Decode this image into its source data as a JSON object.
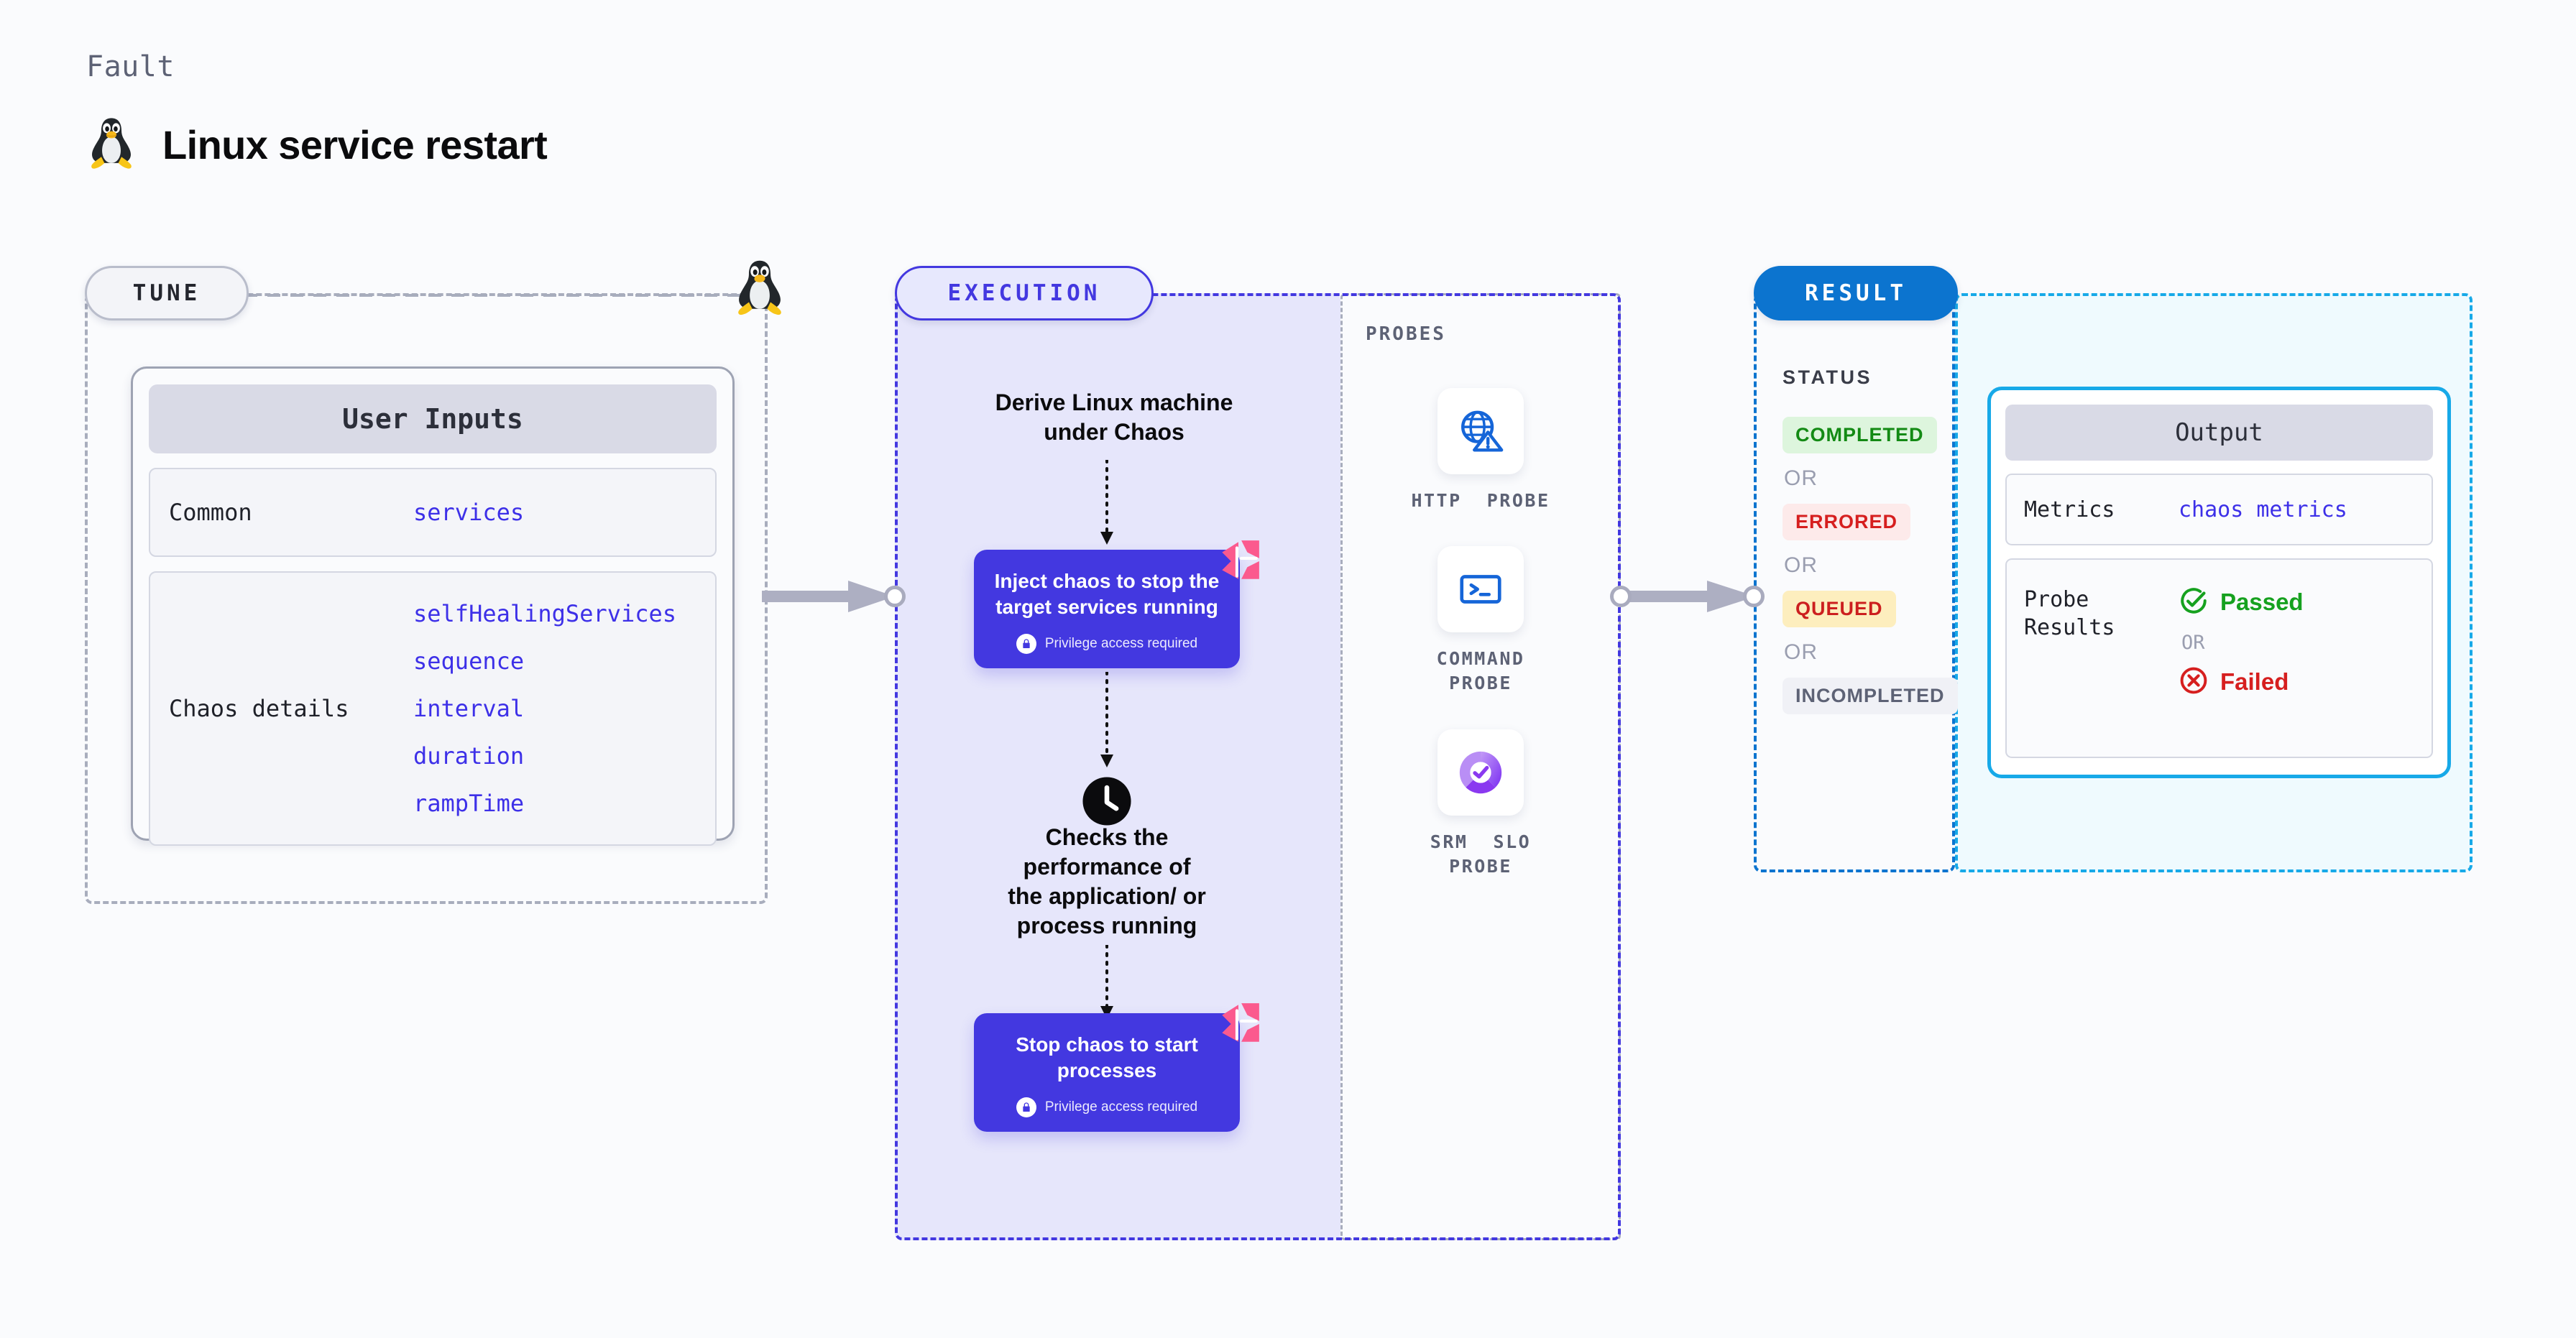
{
  "header": {
    "eyebrow": "Fault",
    "title": "Linux service restart",
    "icon": "linux-penguin-icon"
  },
  "tune": {
    "pill_label": "TUNE",
    "connector_icon": "linux-penguin-icon",
    "user_inputs": {
      "card_title": "User Inputs",
      "sections": [
        {
          "label": "Common",
          "values": [
            "services"
          ]
        },
        {
          "label": "Chaos details",
          "values": [
            "selfHealingServices",
            "sequence",
            "interval",
            "duration",
            "rampTime"
          ]
        }
      ]
    }
  },
  "execution": {
    "pill_label": "EXECUTION",
    "steps": [
      {
        "type": "text",
        "label": "Derive Linux machine\nunder Chaos"
      },
      {
        "type": "card",
        "label": "Inject chaos to stop the\ntarget services running",
        "privilege": "Privilege access required",
        "badge": "harness-chaos-icon"
      },
      {
        "type": "clock",
        "icon": "clock-icon",
        "label": "Checks the\nperformance of\nthe application/ or\nprocess running"
      },
      {
        "type": "card",
        "label": "Stop chaos to start\nprocesses",
        "privilege": "Privilege access required",
        "badge": "harness-chaos-icon"
      }
    ]
  },
  "probes": {
    "title": "PROBES",
    "items": [
      {
        "label": "HTTP PROBE",
        "icon": "globe-warning-icon"
      },
      {
        "label": "COMMAND\nPROBE",
        "icon": "terminal-icon"
      },
      {
        "label": "SRM SLO\nPROBE",
        "icon": "slo-donut-check-icon"
      }
    ]
  },
  "result": {
    "pill_label": "RESULT",
    "status_title": "STATUS",
    "or_label": "OR",
    "statuses": [
      {
        "label": "COMPLETED",
        "bg": "#ddf5dd",
        "fg": "#138a14"
      },
      {
        "label": "ERRORED",
        "bg": "#fdeaea",
        "fg": "#d61f1f"
      },
      {
        "label": "QUEUED",
        "bg": "#fdeebe",
        "fg": "#cc1f1f"
      },
      {
        "label": "INCOMPLETED",
        "bg": "#f0f1f6",
        "fg": "#5d6275"
      }
    ]
  },
  "output": {
    "card_title": "Output",
    "metrics": {
      "label": "Metrics",
      "value": "chaos metrics"
    },
    "probe_results": {
      "label": "Probe\nResults",
      "or_label": "OR",
      "passed": {
        "label": "Passed",
        "icon": "check-circle-icon",
        "color": "#16a11f"
      },
      "failed": {
        "label": "Failed",
        "icon": "x-circle-icon",
        "color": "#d61f1f"
      }
    }
  },
  "colors": {
    "brand_purple": "#4338e0",
    "brand_blue": "#0c74cf",
    "cyan": "#17a9e8",
    "pink": "#fb5a8e",
    "value_blue": "#3d30e8"
  }
}
